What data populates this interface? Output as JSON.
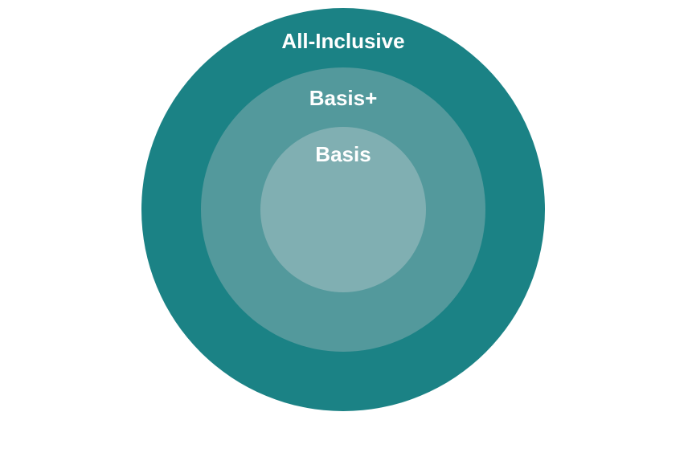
{
  "diagram": {
    "rings": [
      {
        "label": "All-Inclusive",
        "color": "#1b8285"
      },
      {
        "label": "Basis+",
        "color": "#53999c"
      },
      {
        "label": "Basis",
        "color": "#80afb2"
      }
    ]
  }
}
